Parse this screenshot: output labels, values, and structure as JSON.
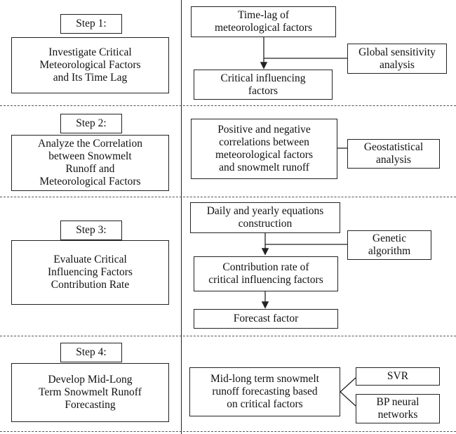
{
  "steps": [
    {
      "label": "Step 1:",
      "title": "Investigate Critical\nMeteorological Factors\nand Its Time Lag"
    },
    {
      "label": "Step 2:",
      "title": "Analyze the Correlation\nbetween Snowmelt\nRunoff and\nMeteorological Factors"
    },
    {
      "label": "Step 3:",
      "title": "Evaluate Critical\nInfluencing Factors\nContribution Rate"
    },
    {
      "label": "Step 4:",
      "title": "Develop Mid-Long\nTerm Snowmelt Runoff\nForecasting"
    }
  ],
  "section1": {
    "timelag": "Time-lag of\nmeteorological factors",
    "sensitivity": "Global sensitivity\nanalysis",
    "critical": "Critical influencing\nfactors"
  },
  "section2": {
    "correlations": "Positive and negative\ncorrelations between\nmeteorological factors\nand snowmelt runoff",
    "geostat": "Geostatistical\nanalysis"
  },
  "section3": {
    "equations": "Daily and yearly equations\nconstruction",
    "genetic": "Genetic\nalgorithm",
    "contribution": "Contribution rate of\ncritical influencing factors",
    "forecast_factor": "Forecast factor"
  },
  "section4": {
    "forecasting": "Mid-long term snowmelt\nrunoff forecasting based\non critical factors",
    "svr": "SVR",
    "bp": "BP neural\nnetworks"
  }
}
